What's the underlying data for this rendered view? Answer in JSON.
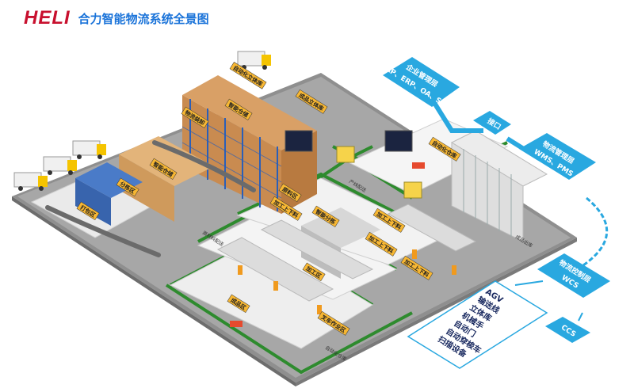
{
  "header": {
    "logo_text": "HELI",
    "title": "合力智能物流系统全景图"
  },
  "colors": {
    "brand_red": "#c8102e",
    "title_blue": "#1a73d9",
    "system_blue": "#29a8e0",
    "lane_green": "#2e8b2e",
    "floor_gray": "#9a9a9a",
    "zone_white": "#f2f2f2",
    "label_orange": "#f7b733"
  },
  "systems": {
    "enterprise": {
      "line1": "企业管理层",
      "line2": "SAP、ERP、OA、SCM"
    },
    "interface": {
      "label": "接口"
    },
    "logistics_mgmt": {
      "line1": "物流管理层",
      "line2": "WMS、PMS"
    },
    "logistics_ctrl": {
      "line1": "物流控制层",
      "line2": "WCS"
    },
    "ccs": {
      "label": "CCS"
    },
    "devices": [
      "AGV",
      "输送线",
      "立体库",
      "机械手",
      "自动门",
      "自动穿梭车",
      "扫描设备"
    ]
  },
  "zones": {
    "labels": [
      "自动化立体库",
      "智能仓储",
      "成品立体库",
      "物流装卸",
      "分拣区",
      "智能仓储",
      "打包区",
      "原料区",
      "加工上下料",
      "智能分拣",
      "加工上下料",
      "加工上下料",
      "加工区",
      "加工上下料",
      "成品区",
      "叉车作业区",
      "自动化仓库"
    ],
    "floor_notes": [
      "原材料配送",
      "自动化仓库",
      "产线配送",
      "成品出库"
    ]
  },
  "icons": [
    "truck-icon",
    "agv-icon",
    "forklift-icon",
    "robot-arm-icon",
    "monitor-icon",
    "automatic-door-icon"
  ]
}
